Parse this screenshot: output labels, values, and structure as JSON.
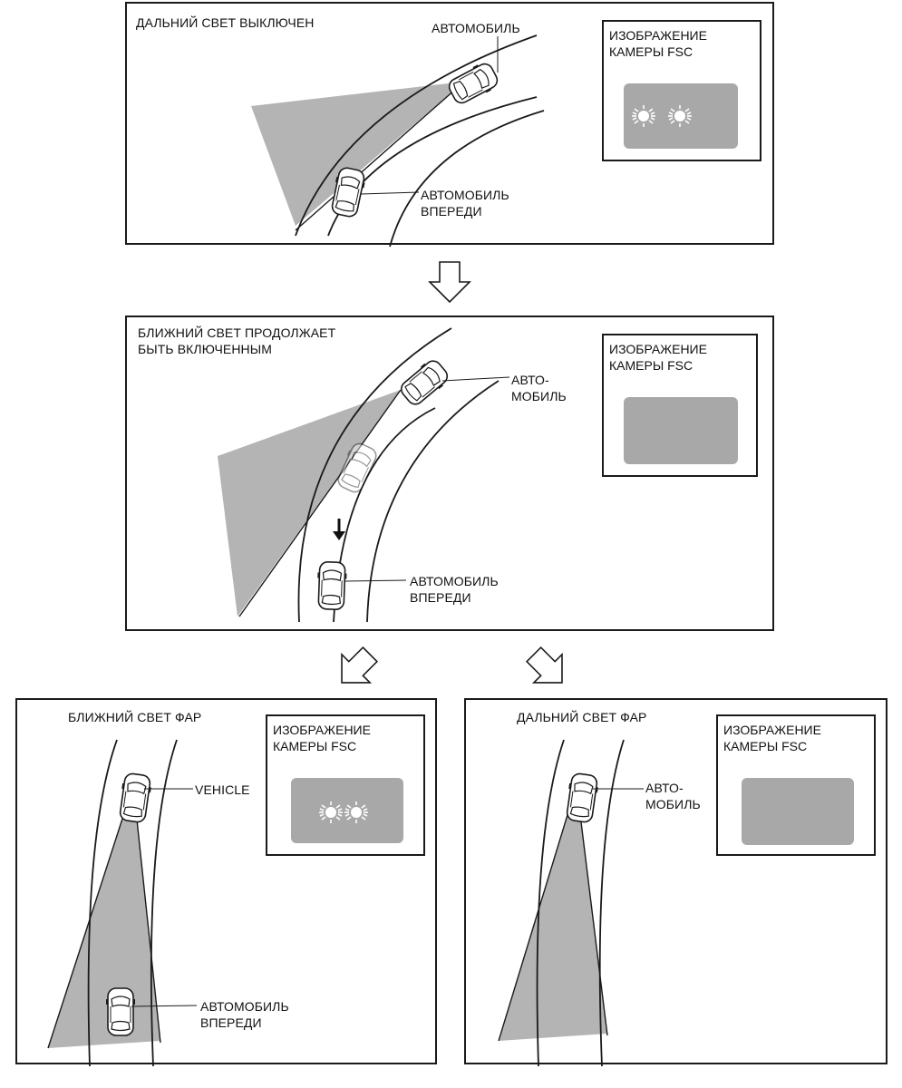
{
  "panels": {
    "p1": {
      "title": "ДАЛЬНИЙ СВЕТ ВЫКЛЮЧЕН",
      "vehicle_label": "АВТОМОБИЛЬ",
      "front_vehicle_label": "АВТОМОБИЛЬ\nВПЕРЕДИ",
      "camera_title": "ИЗОБРАЖЕНИЕ\nКАМЕРЫ FSC",
      "camera_lights_visible": true
    },
    "p2": {
      "title": "БЛИЖНИЙ СВЕТ ПРОДОЛЖАЕТ\nБЫТЬ ВКЛЮЧЕННЫМ",
      "vehicle_label": "АВТО-\nМОБИЛЬ",
      "front_vehicle_label": "АВТОМОБИЛЬ\nВПЕРЕДИ",
      "camera_title": "ИЗОБРАЖЕНИЕ\nКАМЕРЫ FSC",
      "camera_lights_visible": false
    },
    "p3": {
      "title": "БЛИЖНИЙ СВЕТ ФАР",
      "vehicle_label": "VEHICLE",
      "front_vehicle_label": "АВТОМОБИЛЬ\nВПЕРЕДИ",
      "camera_title": "ИЗОБРАЖЕНИЕ\nКАМЕРЫ FSC",
      "camera_lights_visible": true
    },
    "p4": {
      "title": "ДАЛЬНИЙ СВЕТ ФАР",
      "vehicle_label": "АВТО-\nМОБИЛЬ",
      "camera_title": "ИЗОБРАЖЕНИЕ\nКАМЕРЫ FSC",
      "camera_lights_visible": false
    }
  },
  "colors": {
    "beam": "#b4b4b4",
    "screen": "#a8a8a8",
    "line": "#1a1a1a"
  },
  "icons": [
    "car-icon",
    "headlight-glow-icon",
    "flow-arrow-down-icon",
    "flow-arrow-down-left-icon",
    "flow-arrow-down-right-icon",
    "movement-arrow-icon"
  ]
}
